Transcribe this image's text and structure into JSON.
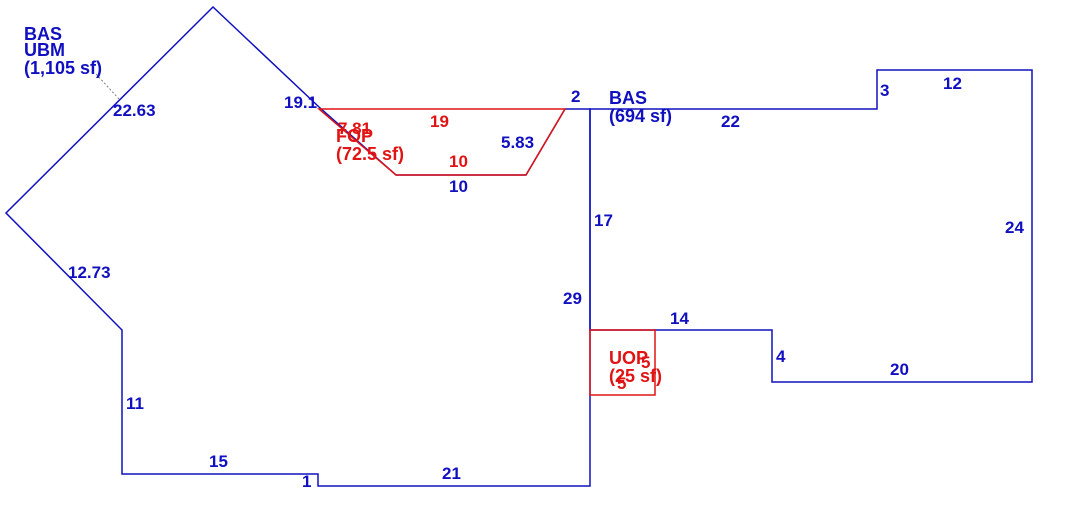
{
  "colors": {
    "bas": "#1010c0",
    "porch": "#e01414",
    "leader": "#808080"
  },
  "areas": {
    "bas_ubm": {
      "line1": "BAS",
      "line2": "UBM",
      "line3": "(1,105 sf)"
    },
    "bas": {
      "line1": "BAS",
      "line2": "(694 sf)"
    },
    "fop": {
      "line1": "FOP",
      "line2": "(72.5 sf)"
    },
    "uop": {
      "line1": "UOP",
      "line2": "(25 sf)"
    }
  },
  "dims": {
    "main_diag_upper": "22.63",
    "main_diag_right": "19.1",
    "main_diag_lower": "12.73",
    "main_left": "11",
    "main_bottom_left": "15",
    "main_step": "1",
    "main_bottom": "21",
    "main_right": "29",
    "notch_diag": "5.83",
    "notch_bottom": "10",
    "corner_top": "2",
    "bas_top_left": "22",
    "bas_step_top": "3",
    "bas_top_right": "12",
    "bas_right": "24",
    "bas_bottom": "20",
    "bas_step_bottom": "4",
    "bas_lower_top": "14",
    "bas_left": "17",
    "fop_top": "19",
    "fop_bottom": "10",
    "fop_diag": "7.81",
    "uop_side_a": "5",
    "uop_side_b": "5"
  }
}
